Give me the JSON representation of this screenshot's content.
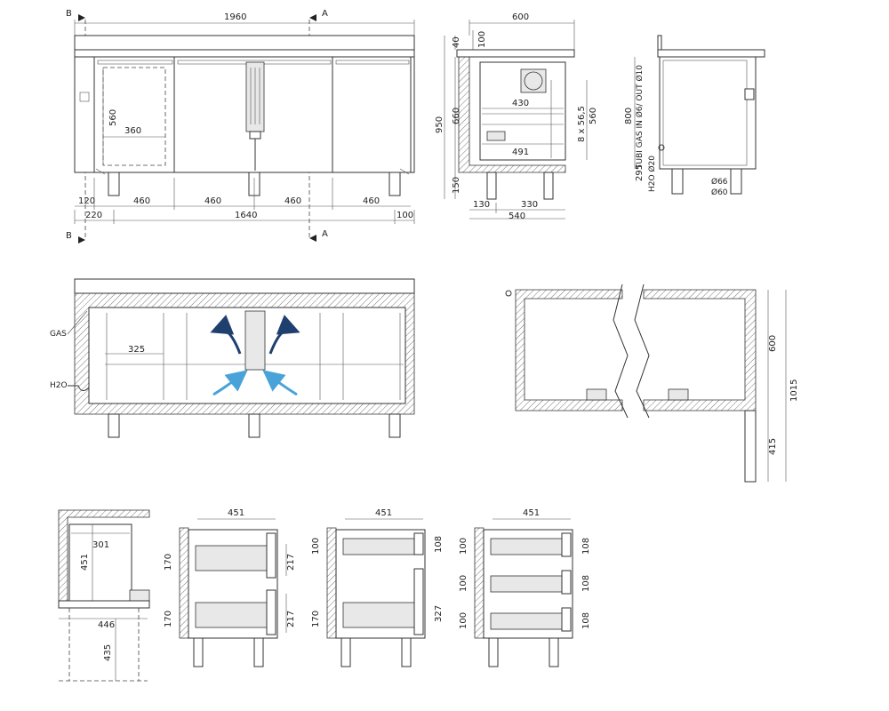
{
  "front_view": {
    "section_b": "B",
    "section_a": "A",
    "dims": {
      "overall_width": "1960",
      "height_560": "560",
      "width_360": "360",
      "left_120": "120",
      "bay1": "460",
      "bay2": "460",
      "bay3": "460",
      "bay4": "460",
      "left_220": "220",
      "span_1640": "1640",
      "right_100": "100"
    }
  },
  "side_view": {
    "dims": {
      "depth_600": "600",
      "top_40": "40",
      "top_100": "100",
      "height_950": "950",
      "inner_660": "660",
      "width_430": "430",
      "shelves": "8 x 56,5",
      "inner_560": "560",
      "width_491": "491",
      "leg_150": "150",
      "w130": "130",
      "w330": "330",
      "w540": "540"
    }
  },
  "rear_view": {
    "dims": {
      "h800": "800",
      "gas_pipe": "TUBI GAS IN Ø6/ OUT Ø10",
      "h295": "295",
      "water": "H2O Ø20",
      "d66": "Ø66",
      "d60": "Ø60"
    }
  },
  "section_view": {
    "gas_label": "GAS",
    "water_label": "H2O",
    "dim_325": "325"
  },
  "detail_view": {
    "h600": "600",
    "h1015": "1015",
    "h415": "415"
  },
  "drawer_section": {
    "w301": "301",
    "h451": "451",
    "w446": "446",
    "h435": "435"
  },
  "drawer_configs": [
    {
      "width": "451",
      "left": [
        "170",
        "170"
      ],
      "right": [
        "217",
        "217"
      ]
    },
    {
      "width": "451",
      "left": [
        "100",
        "170"
      ],
      "right": [
        "108",
        "327"
      ]
    },
    {
      "width": "451",
      "left": [
        "100",
        "100",
        "100"
      ],
      "right": [
        "108",
        "108",
        "108"
      ]
    }
  ],
  "colors": {
    "airflow_dark": "#1f3f6e",
    "airflow_light": "#4aa3d8"
  }
}
